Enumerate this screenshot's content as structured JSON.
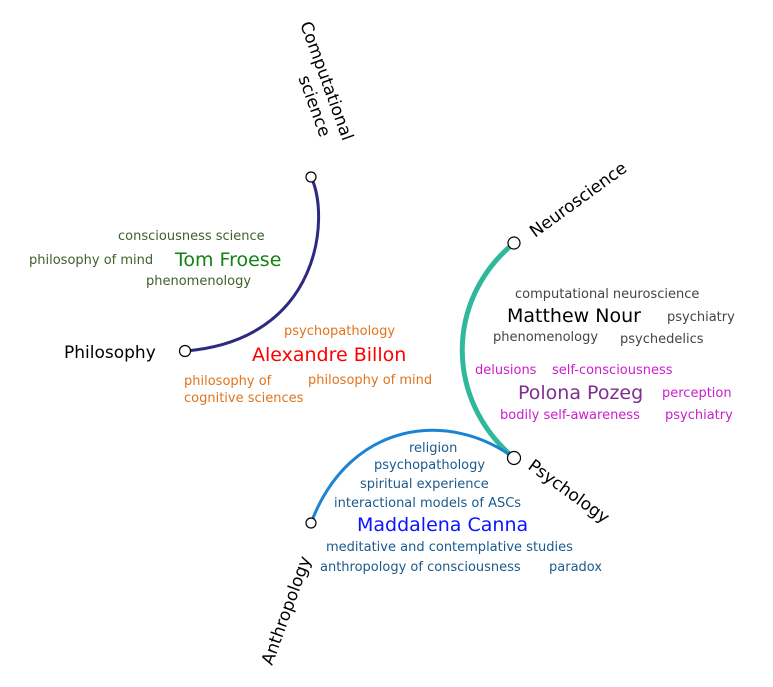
{
  "fields": {
    "computational_science": [
      "Computational",
      "science"
    ],
    "philosophy": "Philosophy",
    "neuroscience": "Neuroscience",
    "psychology": "Psychology",
    "anthropology": "Anthropology"
  },
  "colors": {
    "froese_link": "#2e2a80",
    "pozeg_nour_link": "#2fb89a",
    "canna_link": "#1a83d4"
  },
  "people": {
    "froese": {
      "name": "Tom Froese",
      "keywords": [
        "consciousness science",
        "philosophy of mind",
        "phenomenology"
      ]
    },
    "billon": {
      "name": "Alexandre Billon",
      "keywords": [
        "psychopathology",
        "philosophy of",
        "cognitive sciences",
        "philosophy of mind"
      ]
    },
    "nour": {
      "name": "Matthew Nour",
      "keywords": [
        "computational neuroscience",
        "psychiatry",
        "phenomenology",
        "psychedelics"
      ]
    },
    "pozeg": {
      "name": "Polona Pozeg",
      "keywords": [
        "delusions",
        "self-consciousness",
        "perception",
        "bodily self-awareness",
        "psychiatry"
      ]
    },
    "canna": {
      "name": "Maddalena Canna",
      "keywords": [
        "religion",
        "psychopathology",
        "spiritual experience",
        "interactional models of ASCs",
        "meditative and contemplative studies",
        "anthropology of consciousness",
        "paradox"
      ]
    }
  }
}
